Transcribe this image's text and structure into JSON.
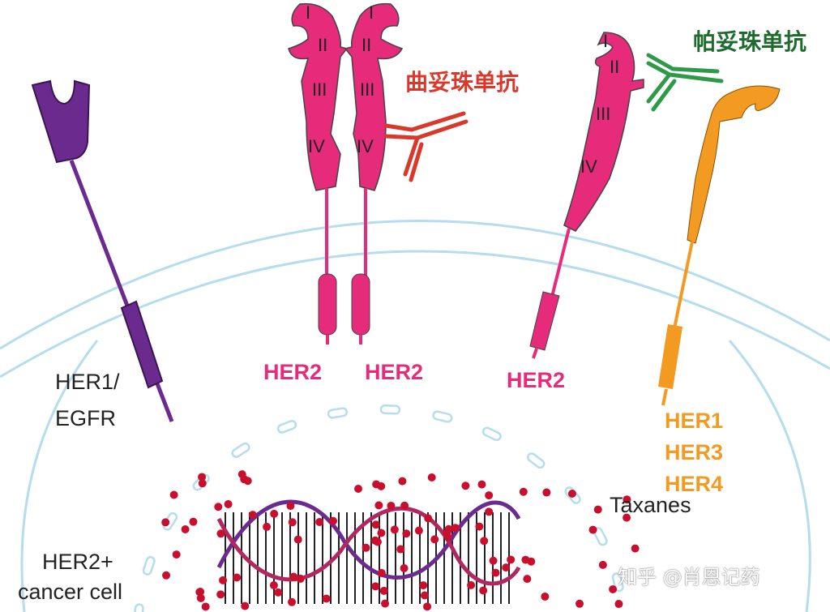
{
  "labels": {
    "egfr_line1": "HER1/",
    "egfr_line2": "EGFR",
    "her2_a": "HER2",
    "her2_b": "HER2",
    "her2_c": "HER2",
    "her1": "HER1",
    "her3": "HER3",
    "her4": "HER4",
    "taxanes": "Taxanes",
    "cell_line1": "HER2+",
    "cell_line2": "cancer cell",
    "trastuzumab": "曲妥珠单抗",
    "pertuzumab": "帕妥珠单抗",
    "watermark": "知乎 @肖恩记药"
  },
  "domains": [
    "I",
    "II",
    "III",
    "IV"
  ],
  "colors": {
    "her2": "#e52b7a",
    "egfr": "#6a2a8e",
    "her134": "#f29a22",
    "trastuzumab": "#d9392b",
    "pertuzumab": "#2e9a48",
    "pertuzumab_text": "#1e6b2e",
    "membrane": "#b5dcef",
    "dna_dots": "#c8102e"
  }
}
